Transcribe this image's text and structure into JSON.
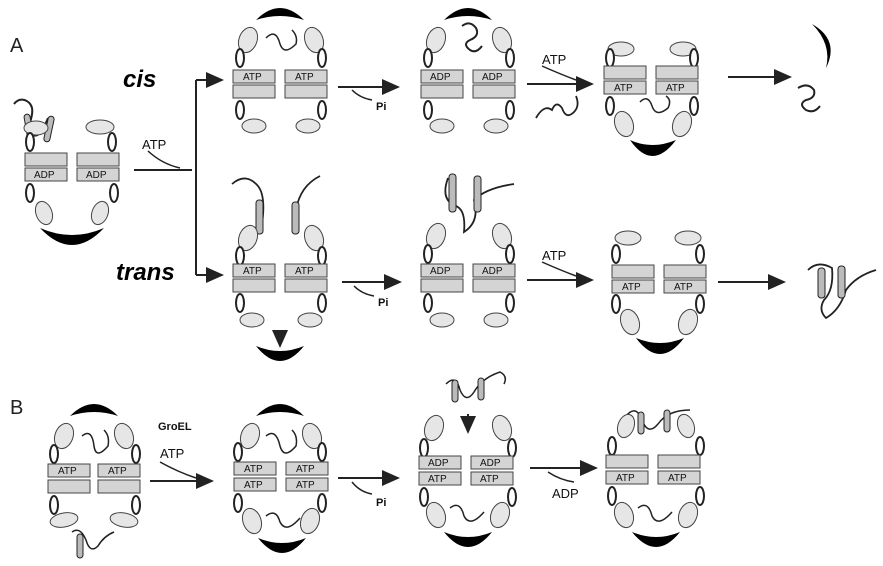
{
  "panels": {
    "a": "A",
    "b": "B"
  },
  "routes": {
    "cis": "cis",
    "trans": "trans"
  },
  "labels": {
    "atp": "ATP",
    "adp": "ADP",
    "pi": "Pi",
    "groel": "GroEL"
  },
  "colors": {
    "line": "#222222",
    "box_fill": "#d4d4d4",
    "ellipse_fill": "#e6e6e6",
    "cap_fill": "#000000",
    "background": "#ffffff"
  }
}
